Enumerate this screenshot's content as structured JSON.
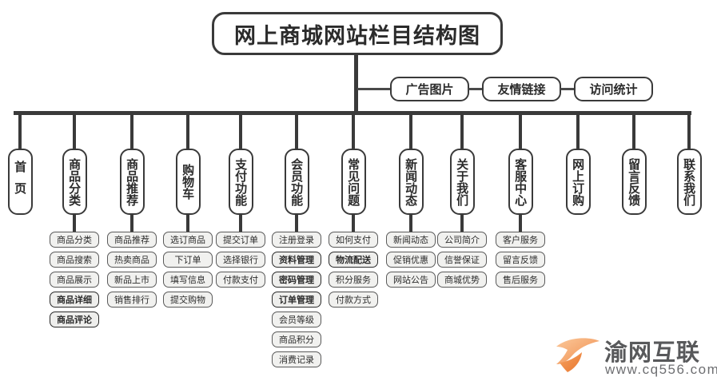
{
  "diagram": {
    "title": "网上商城网站栏目结构图",
    "side_nodes": [
      {
        "label": "广告图片"
      },
      {
        "label": "友情链接"
      },
      {
        "label": "访问统计"
      }
    ],
    "columns": [
      {
        "label": "首页",
        "items": []
      },
      {
        "label": "商品分类",
        "items": [
          {
            "label": "商品分类",
            "emphasis": false
          },
          {
            "label": "商品搜索",
            "emphasis": false
          },
          {
            "label": "商品展示",
            "emphasis": false
          },
          {
            "label": "商品详细",
            "emphasis": true
          },
          {
            "label": "商品评论",
            "emphasis": true
          }
        ]
      },
      {
        "label": "商品推荐",
        "items": [
          {
            "label": "商品推荐",
            "emphasis": false
          },
          {
            "label": "热卖商品",
            "emphasis": false
          },
          {
            "label": "新品上市",
            "emphasis": false
          },
          {
            "label": "销售排行",
            "emphasis": false
          }
        ]
      },
      {
        "label": "购物车",
        "items": [
          {
            "label": "选订商品",
            "emphasis": false
          },
          {
            "label": "下订单",
            "emphasis": false
          },
          {
            "label": "填写信息",
            "emphasis": false
          },
          {
            "label": "提交购物",
            "emphasis": false
          }
        ]
      },
      {
        "label": "支付功能",
        "items": [
          {
            "label": "提交订单",
            "emphasis": false
          },
          {
            "label": "选择银行",
            "emphasis": false
          },
          {
            "label": "付款支付",
            "emphasis": false
          }
        ]
      },
      {
        "label": "会员功能",
        "items": [
          {
            "label": "注册登录",
            "emphasis": false
          },
          {
            "label": "资料管理",
            "emphasis": true
          },
          {
            "label": "密码管理",
            "emphasis": true
          },
          {
            "label": "订单管理",
            "emphasis": true
          },
          {
            "label": "会员等级",
            "emphasis": false
          },
          {
            "label": "商品积分",
            "emphasis": false
          },
          {
            "label": "消费记录",
            "emphasis": false
          }
        ]
      },
      {
        "label": "常见问题",
        "items": [
          {
            "label": "如何支付",
            "emphasis": false
          },
          {
            "label": "物流配送",
            "emphasis": true
          },
          {
            "label": "积分服务",
            "emphasis": false
          },
          {
            "label": "付款方式",
            "emphasis": false
          }
        ]
      },
      {
        "label": "新闻动态",
        "items": [
          {
            "label": "新闻动态",
            "emphasis": false
          },
          {
            "label": "促销优惠",
            "emphasis": false
          },
          {
            "label": "网站公告",
            "emphasis": false
          }
        ]
      },
      {
        "label": "关于我们",
        "items": [
          {
            "label": "公司简介",
            "emphasis": false
          },
          {
            "label": "信誉保证",
            "emphasis": false
          },
          {
            "label": "商城优势",
            "emphasis": false
          }
        ]
      },
      {
        "label": "客服中心",
        "items": [
          {
            "label": "客户服务",
            "emphasis": false
          },
          {
            "label": "留言反馈",
            "emphasis": false
          },
          {
            "label": "售后服务",
            "emphasis": false
          }
        ]
      },
      {
        "label": "网上订购",
        "items": []
      },
      {
        "label": "留言反馈",
        "items": []
      },
      {
        "label": "联系我们",
        "items": []
      }
    ]
  },
  "logo": {
    "name": "渝网互联",
    "url": "www.cq556.com",
    "mark_color_light": "#f7b57d",
    "mark_color_dark": "#ef8b4a"
  },
  "colors": {
    "line": "#3a3a3a",
    "box_border": "#3a3a3a",
    "box_fill": "#ffffff",
    "sub_fill": "#f1f1ef",
    "text": "#2b2b2b"
  }
}
